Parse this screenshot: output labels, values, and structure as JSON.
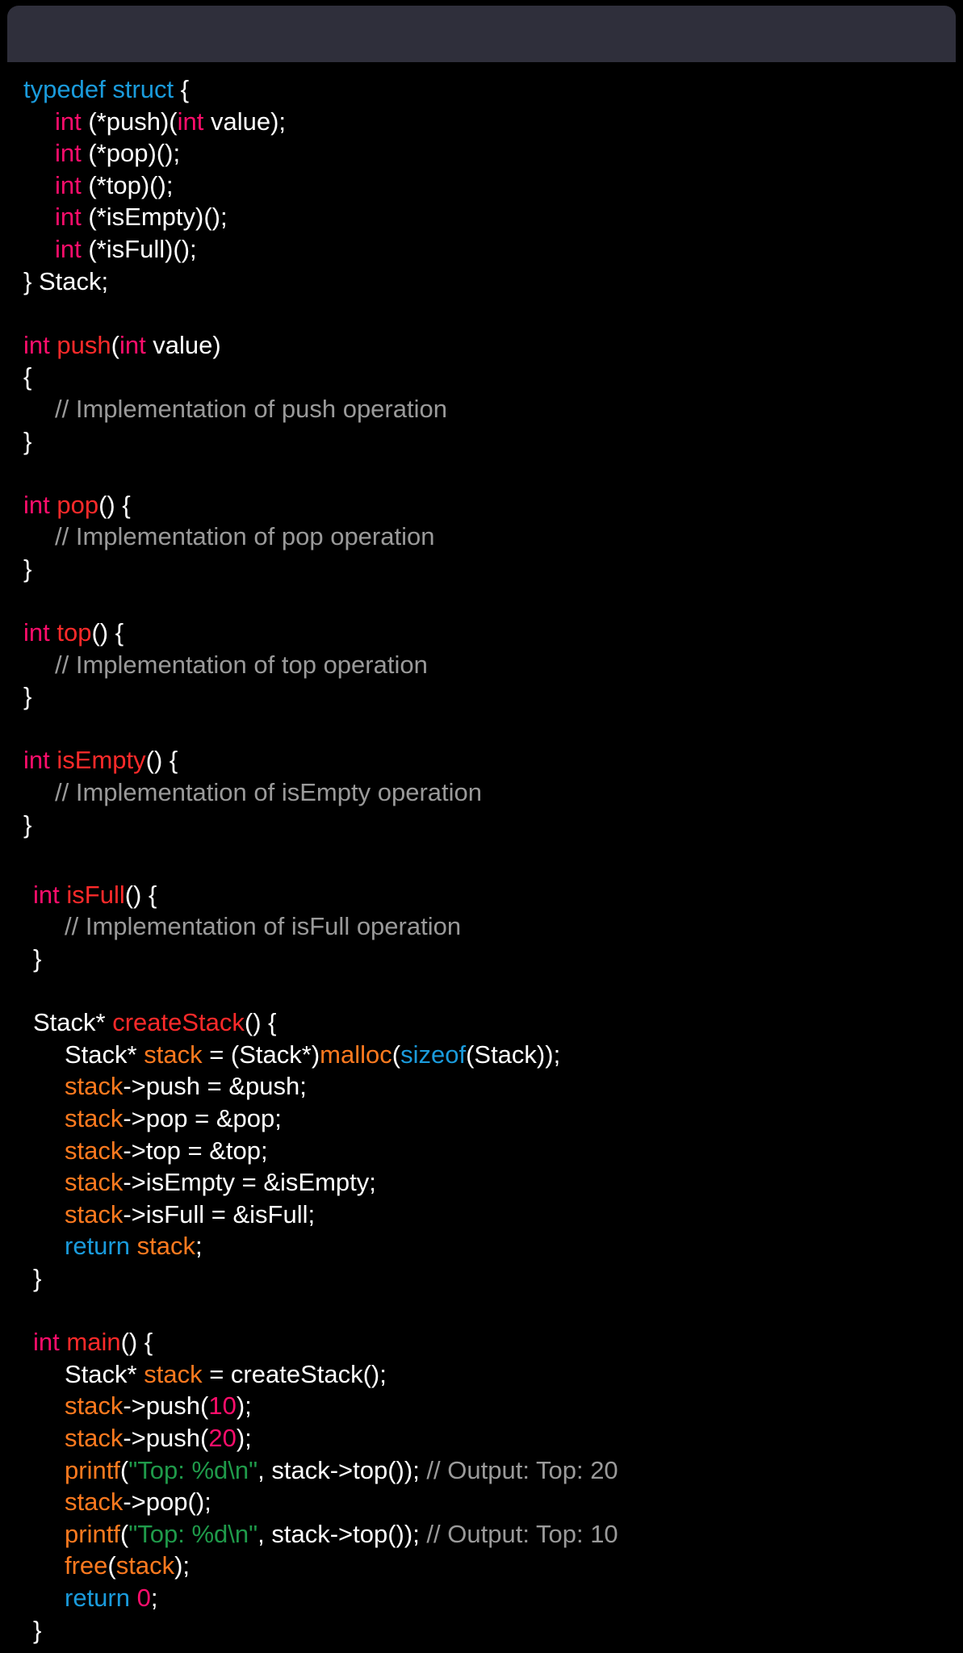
{
  "colors": {
    "background": "#000000",
    "titlebar": "#2f2f3b",
    "plain": "#ffffff",
    "keyword_blue": "#1a9bdc",
    "keyword_pink": "#ff0d6b",
    "function_name": "#ff2a2a",
    "variable_orange": "#ff7a1f",
    "string_green": "#1f9a4a",
    "comment_gray": "#9a9a9a"
  },
  "code_lines": [
    {
      "indent": 0,
      "tokens": [
        {
          "t": "typedef",
          "c": "keyword_blue"
        },
        {
          "t": " ",
          "c": "plain"
        },
        {
          "t": "struct",
          "c": "keyword_blue"
        },
        {
          "t": " {",
          "c": "plain"
        }
      ]
    },
    {
      "indent": 1,
      "tokens": [
        {
          "t": "int",
          "c": "keyword_pink"
        },
        {
          "t": " (*push)(",
          "c": "plain"
        },
        {
          "t": "int",
          "c": "keyword_pink"
        },
        {
          "t": " value);",
          "c": "plain"
        }
      ]
    },
    {
      "indent": 1,
      "tokens": [
        {
          "t": "int",
          "c": "keyword_pink"
        },
        {
          "t": " (*pop)();",
          "c": "plain"
        }
      ]
    },
    {
      "indent": 1,
      "tokens": [
        {
          "t": "int",
          "c": "keyword_pink"
        },
        {
          "t": " (*top)();",
          "c": "plain"
        }
      ]
    },
    {
      "indent": 1,
      "tokens": [
        {
          "t": "int",
          "c": "keyword_pink"
        },
        {
          "t": " (*isEmpty)();",
          "c": "plain"
        }
      ]
    },
    {
      "indent": 1,
      "tokens": [
        {
          "t": "int",
          "c": "keyword_pink"
        },
        {
          "t": " (*isFull)();",
          "c": "plain"
        }
      ]
    },
    {
      "indent": 0,
      "tokens": [
        {
          "t": "} Stack;",
          "c": "plain"
        }
      ]
    },
    {
      "indent": 0,
      "tokens": []
    },
    {
      "indent": 0,
      "tokens": [
        {
          "t": "int",
          "c": "keyword_pink"
        },
        {
          "t": " ",
          "c": "plain"
        },
        {
          "t": "push",
          "c": "function_name"
        },
        {
          "t": "(",
          "c": "plain"
        },
        {
          "t": "int",
          "c": "keyword_pink"
        },
        {
          "t": " value)",
          "c": "plain"
        }
      ]
    },
    {
      "indent": 0,
      "tokens": [
        {
          "t": "{",
          "c": "plain"
        }
      ]
    },
    {
      "indent": 1,
      "tokens": [
        {
          "t": "// Implementation of push operation",
          "c": "comment_gray"
        }
      ]
    },
    {
      "indent": 0,
      "tokens": [
        {
          "t": "}",
          "c": "plain"
        }
      ]
    },
    {
      "indent": 0,
      "tokens": []
    },
    {
      "indent": 0,
      "tokens": [
        {
          "t": "int",
          "c": "keyword_pink"
        },
        {
          "t": " ",
          "c": "plain"
        },
        {
          "t": "pop",
          "c": "function_name"
        },
        {
          "t": "() {",
          "c": "plain"
        }
      ]
    },
    {
      "indent": 1,
      "tokens": [
        {
          "t": "// Implementation of pop operation",
          "c": "comment_gray"
        }
      ]
    },
    {
      "indent": 0,
      "tokens": [
        {
          "t": "}",
          "c": "plain"
        }
      ]
    },
    {
      "indent": 0,
      "tokens": []
    },
    {
      "indent": 0,
      "tokens": [
        {
          "t": "int",
          "c": "keyword_pink"
        },
        {
          "t": " ",
          "c": "plain"
        },
        {
          "t": "top",
          "c": "function_name"
        },
        {
          "t": "() {",
          "c": "plain"
        }
      ]
    },
    {
      "indent": 1,
      "tokens": [
        {
          "t": "// Implementation of top operation",
          "c": "comment_gray"
        }
      ]
    },
    {
      "indent": 0,
      "tokens": [
        {
          "t": "}",
          "c": "plain"
        }
      ]
    },
    {
      "indent": 0,
      "tokens": []
    },
    {
      "indent": 0,
      "tokens": [
        {
          "t": "int",
          "c": "keyword_pink"
        },
        {
          "t": " ",
          "c": "plain"
        },
        {
          "t": "isEmpty",
          "c": "function_name"
        },
        {
          "t": "() {",
          "c": "plain"
        }
      ]
    },
    {
      "indent": 1,
      "tokens": [
        {
          "t": "// Implementation of isEmpty operation",
          "c": "comment_gray"
        }
      ]
    },
    {
      "indent": 0,
      "tokens": [
        {
          "t": "}",
          "c": "plain"
        }
      ]
    },
    {
      "indent": 0,
      "tokens": []
    },
    {
      "indent": 0,
      "shift": true,
      "tokens": [
        {
          "t": "int",
          "c": "keyword_pink"
        },
        {
          "t": " ",
          "c": "plain"
        },
        {
          "t": "isFull",
          "c": "function_name"
        },
        {
          "t": "() {",
          "c": "plain"
        }
      ]
    },
    {
      "indent": 1,
      "shift": true,
      "tokens": [
        {
          "t": "// Implementation of isFull operation",
          "c": "comment_gray"
        }
      ]
    },
    {
      "indent": 0,
      "shift": true,
      "tokens": [
        {
          "t": "}",
          "c": "plain"
        }
      ]
    },
    {
      "indent": 0,
      "shift": true,
      "tokens": []
    },
    {
      "indent": 0,
      "shift": true,
      "tokens": [
        {
          "t": "Stack* ",
          "c": "plain"
        },
        {
          "t": "createStack",
          "c": "function_name"
        },
        {
          "t": "() {",
          "c": "plain"
        }
      ]
    },
    {
      "indent": 1,
      "shift": true,
      "tokens": [
        {
          "t": "Stack* ",
          "c": "plain"
        },
        {
          "t": "stack",
          "c": "variable_orange"
        },
        {
          "t": " = (Stack*)",
          "c": "plain"
        },
        {
          "t": "malloc",
          "c": "variable_orange"
        },
        {
          "t": "(",
          "c": "plain"
        },
        {
          "t": "sizeof",
          "c": "keyword_blue"
        },
        {
          "t": "(Stack));",
          "c": "plain"
        }
      ]
    },
    {
      "indent": 1,
      "shift": true,
      "tokens": [
        {
          "t": "stack",
          "c": "variable_orange"
        },
        {
          "t": "->push = &push;",
          "c": "plain"
        }
      ]
    },
    {
      "indent": 1,
      "shift": true,
      "tokens": [
        {
          "t": "stack",
          "c": "variable_orange"
        },
        {
          "t": "->pop = &pop;",
          "c": "plain"
        }
      ]
    },
    {
      "indent": 1,
      "shift": true,
      "tokens": [
        {
          "t": "stack",
          "c": "variable_orange"
        },
        {
          "t": "->top = &top;",
          "c": "plain"
        }
      ]
    },
    {
      "indent": 1,
      "shift": true,
      "tokens": [
        {
          "t": "stack",
          "c": "variable_orange"
        },
        {
          "t": "->isEmpty = &isEmpty;",
          "c": "plain"
        }
      ]
    },
    {
      "indent": 1,
      "shift": true,
      "tokens": [
        {
          "t": "stack",
          "c": "variable_orange"
        },
        {
          "t": "->isFull = &isFull;",
          "c": "plain"
        }
      ]
    },
    {
      "indent": 1,
      "shift": true,
      "tokens": [
        {
          "t": "return",
          "c": "keyword_blue"
        },
        {
          "t": " ",
          "c": "plain"
        },
        {
          "t": "stack",
          "c": "variable_orange"
        },
        {
          "t": ";",
          "c": "plain"
        }
      ]
    },
    {
      "indent": 0,
      "shift": true,
      "tokens": [
        {
          "t": "}",
          "c": "plain"
        }
      ]
    },
    {
      "indent": 0,
      "shift": true,
      "tokens": []
    },
    {
      "indent": 0,
      "shift": true,
      "tokens": [
        {
          "t": "int",
          "c": "keyword_pink"
        },
        {
          "t": " ",
          "c": "plain"
        },
        {
          "t": "main",
          "c": "function_name"
        },
        {
          "t": "() {",
          "c": "plain"
        }
      ]
    },
    {
      "indent": 1,
      "shift": true,
      "tokens": [
        {
          "t": "Stack* ",
          "c": "plain"
        },
        {
          "t": "stack",
          "c": "variable_orange"
        },
        {
          "t": " = createStack();",
          "c": "plain"
        }
      ]
    },
    {
      "indent": 1,
      "shift": true,
      "tokens": [
        {
          "t": "stack",
          "c": "variable_orange"
        },
        {
          "t": "->push(",
          "c": "plain"
        },
        {
          "t": "10",
          "c": "keyword_pink"
        },
        {
          "t": ");",
          "c": "plain"
        }
      ]
    },
    {
      "indent": 1,
      "shift": true,
      "tokens": [
        {
          "t": "stack",
          "c": "variable_orange"
        },
        {
          "t": "->push(",
          "c": "plain"
        },
        {
          "t": "20",
          "c": "keyword_pink"
        },
        {
          "t": ");",
          "c": "plain"
        }
      ]
    },
    {
      "indent": 1,
      "shift": true,
      "tokens": [
        {
          "t": "printf",
          "c": "variable_orange"
        },
        {
          "t": "(",
          "c": "plain"
        },
        {
          "t": "\"Top: %d\\n\"",
          "c": "string_green"
        },
        {
          "t": ", stack->top()); ",
          "c": "plain"
        },
        {
          "t": "// Output: Top: 20",
          "c": "comment_gray"
        }
      ]
    },
    {
      "indent": 1,
      "shift": true,
      "tokens": [
        {
          "t": "stack",
          "c": "variable_orange"
        },
        {
          "t": "->pop();",
          "c": "plain"
        }
      ]
    },
    {
      "indent": 1,
      "shift": true,
      "tokens": [
        {
          "t": "printf",
          "c": "variable_orange"
        },
        {
          "t": "(",
          "c": "plain"
        },
        {
          "t": "\"Top: %d\\n\"",
          "c": "string_green"
        },
        {
          "t": ", stack->top()); ",
          "c": "plain"
        },
        {
          "t": "// Output: Top: 10",
          "c": "comment_gray"
        }
      ]
    },
    {
      "indent": 1,
      "shift": true,
      "tokens": [
        {
          "t": "free",
          "c": "variable_orange"
        },
        {
          "t": "(",
          "c": "plain"
        },
        {
          "t": "stack",
          "c": "variable_orange"
        },
        {
          "t": ");",
          "c": "plain"
        }
      ]
    },
    {
      "indent": 1,
      "shift": true,
      "tokens": [
        {
          "t": "return",
          "c": "keyword_blue"
        },
        {
          "t": " ",
          "c": "plain"
        },
        {
          "t": "0",
          "c": "keyword_pink"
        },
        {
          "t": ";",
          "c": "plain"
        }
      ]
    },
    {
      "indent": 0,
      "shift": true,
      "tokens": [
        {
          "t": "}",
          "c": "plain"
        }
      ]
    }
  ]
}
